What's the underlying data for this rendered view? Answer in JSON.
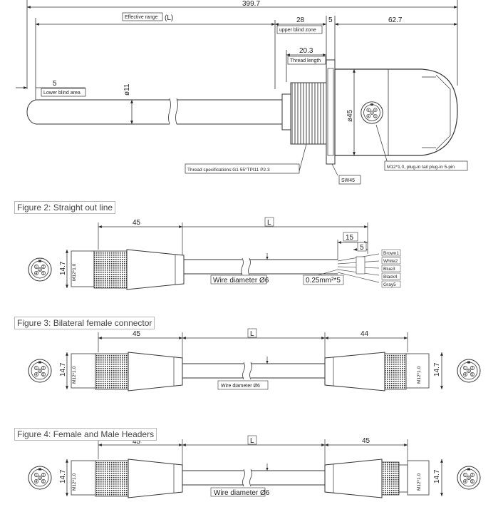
{
  "top": {
    "overall_length": "399.7",
    "effective_range": "Effective range",
    "effective_range_symbol": "(L)",
    "upper_blind_value": "28",
    "upper_blind_label": "upper blind zone",
    "hex_width": "5",
    "head_length": "62.7",
    "thread_length_value": "20.3",
    "thread_length_label": "Thread length",
    "lower_blind_value": "5",
    "lower_blind_label": "Lower blind area",
    "tube_diameter": "ø11",
    "head_diameter": "ø45",
    "thread_spec": "Thread specifications:G1 55°TPI11 P2.3",
    "connector_spec": "M12*1.0, plug-in tail plug-in 5-pin",
    "wrench_size": "SW45"
  },
  "fig2": {
    "title": "Figure 2: Straight out line",
    "dim_head": "45",
    "dim_L": "L",
    "dim_15": "15",
    "dim_5": "5",
    "wire_label": "Wire diameter Ø6",
    "core_label": "0.25mm²*5",
    "wires": [
      "Brown1",
      "White2",
      "Blue3",
      "Black4",
      "Gray5"
    ]
  },
  "fig3": {
    "title": "Figure 3: Bilateral female connector",
    "dim_left": "45",
    "dim_L": "L",
    "dim_right": "44",
    "wire_label": "Wire diameter Ø6"
  },
  "fig4": {
    "title": "Figure 4: Female and Male Headers",
    "dim_left": "45",
    "dim_L": "L",
    "dim_right": "45",
    "wire_label": "Wire diameter Ø6"
  },
  "connector": {
    "height": "14.7",
    "thread": "M12*1.0",
    "pins": [
      "1",
      "2",
      "3",
      "4",
      "5"
    ]
  }
}
